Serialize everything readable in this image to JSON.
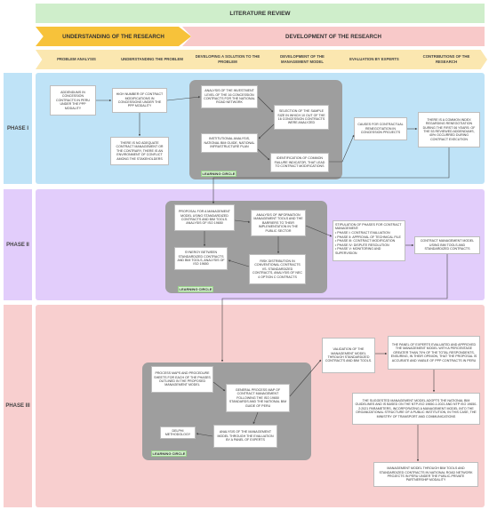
{
  "header": {
    "literature_review": "LITERATURE REVIEW",
    "understanding": "UNDERSTANDING OF THE RESEARCH",
    "development": "DEVELOPMENT OF THE RESEARCH"
  },
  "steps": [
    "PROBLEM ANALYSIS",
    "UNDERSTANDING THE PROBLEM",
    "DEVELOPING A SOLUTION TO THE PROBLEM",
    "DEVELOPMENT OF THE MANAGEMENT MODEL",
    "EVALUATION BY EXPERTS",
    "CONTRIBUTIONS OF THE RESEARCH"
  ],
  "phases": {
    "p1": "PHASE I",
    "p2": "PHASE II",
    "p3": "PHASE III"
  },
  "learning_circle": "LEARNING CIRCLE",
  "phase1": {
    "addendums": "ADDENDUMS IN CONCESSION CONTRACTS IN PERU UNDER THE PPP MODALITY",
    "high_number": "HIGH NUMBER OF CONTRACT MODIFICATIONS IN CONCESSIONS UNDER THE PPP MODALITY",
    "no_adequate": "THERE IS NO ADEQUATE CONTRACT MANAGEMENT OR THE CONTRARY, THERE IS AN ENVIRONMENT OF CONFLICT AMONG THE STAKEHOLDERS",
    "analysis_investment": "ANALYSIS OF THE INVESTMENT LEVEL OF THE 16 CONCESSION CONTRACTS FOR THE NATIONAL ROAD NETWORK",
    "selection_sample": "SELECTION OF THE SAMPLE SIZE IN WHICH 10 OUT OF THE 16 CONCESSION CONTRACTS WERE ANALYZED",
    "institutional": "INSTITUTIONAL ANALYSIS, NATIONAL BIM GUIDE, NATIONAL INFRASTRUCTURE PLAN",
    "identification": "IDENTIFICATION OF COMMON FAILURE INDICATOR, THAT LEAD TO CONTRACT MODIFICATIONS",
    "causes": "CAUSES FOR CONTRACTUAL RENEGOTIATION IN CONCESSION PROJECTS",
    "common_index": "THERE IS A COMMON INDEX REGARDING RENEGOTIATION DURING THE FIRST 06 YEARS: OF THE 53 REVIEWED ADDENDUMS, 40% OCCURRED DURING CONTRACT EXECUTION"
  },
  "phase2": {
    "proposal": "PROPOSAL FOR A MANAGEMENT MODEL USING STANDARDIZED CONTRACTS AND BIM TOOLS. ANALYSIS OF ISO 19650",
    "synergy": "SYNERGY BETWEEN STANDARDIZED CONTRACTS AND BIM TOOLS, ANALYSIS OF ISO 19650",
    "analysis_info": "ANALYSIS OF INFORMATION MANAGEMENT TOOLS AND THE BARRIERS TO THEIR IMPLEMENTATION IN THE PUBLIC SECTOR",
    "risk": "RISK DISTRIBUTION IN CONVENTIONAL CONTRACTS VS. STANDARDIZED CONTRACTS, ANALYSIS OF NEC 4 OPTION C CONTRACTS",
    "stipulation_title": "STIPULATION OF PHASES FOR CONTRACT MANAGEMENT:",
    "stipulation_items": [
      "• PHASE I: CONTRACT EVALUATION",
      "• PHASE II: APPROVAL OF TECHNICAL FILE",
      "• PHASE III: CONTRACT MODIFICATION",
      "• PHASE IV: DISPUTE RESOLUTION",
      "• PHASE V: MONITORING AND SUPERVISION"
    ],
    "contract_model": "CONTRACT MANAGEMENT MODEL USING BIM TOOLS AND STANDARDIZED CONTRACTS"
  },
  "phase3": {
    "process_maps": "PROCESS MAPS AND PROCEDURE SHEETS FOR EACH OF THE PHASES OUTLINED IN THE PROPOSED MANAGEMENT MODEL",
    "general_process": "GENERAL PROCESS MAP OF CONTRACT MANAGEMENT FOLLOWING THE ISO 19650 STANDARDS AND THE NATIONAL BIM GUIDE OF PERU",
    "delphi": "DELPHI METHODOLOGY",
    "analysis_model": "ANALYSIS OF THE MANAGEMENT MODEL THROUGH THE EVALUATION BY A PANEL OF EXPERTS",
    "validation": "VALIDATION OF THE MANAGEMENT MODEL THROUGH STANDARDIZED CONTRACTS AND BIM TOOLS.",
    "panel_experts": "THE PANEL OF EXPERTS EVALUATED AND APPROVED THE MANAGEMENT MODEL WITH A PERCENTAGE GREATER THAN 70% OF THE TOTAL RESPONDENTS, ENSURING, IN THEIR OPINION, THAT THE PROPOSAL IS ACCURATE AND VIABLE OF PPP CONTRACTS IN PERU",
    "suggested_model": "THE SUGGESTED MANAGEMENT MODEL ADOPTS THE NATIONAL BIM GUIDELINES AND IS BASED ON THE NTP-ISO 19650-1:2021 AND NTP ISO 19650-2:2021 PARAMETERS, INCORPORATING A MANAGEMENT MODEL INTO THE ORGANIZATIONAL STRUCTURE OF A PUBLIC INSTITUTION, IN THIS CASE, THE MINISTRY OF TRANSPORT AND COMMUNICATIONS",
    "management_model": "MANAGEMENT MODEL THROUGH BIM TOOLS AND STANDARDIZED CONTRACTS IN NATIONAL ROAD NETWORK PROJECTS IN PERU UNDER THE PUBLIC-PRIVATE PARTNERSHIP MODALITY"
  },
  "colors": {
    "literature": "#cfeecb",
    "understanding": "#f7c23a",
    "development": "#f8c9c9",
    "step": "#fbe7b0",
    "phase1": "#bfe3f7",
    "phase2": "#e2cdfb",
    "phase3": "#f8cfcf",
    "gray_panel": "#9e9e9e",
    "learning_circle": "#d6f2cf"
  }
}
